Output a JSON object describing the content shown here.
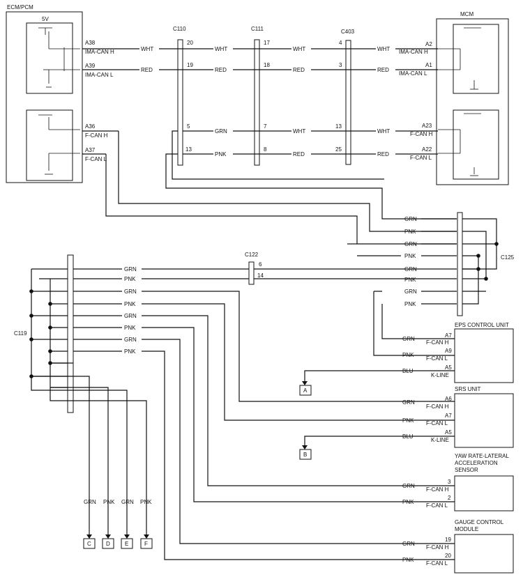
{
  "components": {
    "ecm": {
      "title": "ECM/PCM",
      "supply": "5V",
      "pins": [
        {
          "pin": "A38",
          "signal": "IMA-CAN H"
        },
        {
          "pin": "A39",
          "signal": "IMA-CAN L"
        },
        {
          "pin": "A36",
          "signal": "F-CAN H"
        },
        {
          "pin": "A37",
          "signal": "F-CAN L"
        }
      ]
    },
    "mcm": {
      "title": "MCM",
      "pins": [
        {
          "pin": "A2",
          "signal": "IMA-CAN H"
        },
        {
          "pin": "A1",
          "signal": "IMA-CAN L"
        },
        {
          "pin": "A23",
          "signal": "F-CAN H"
        },
        {
          "pin": "A22",
          "signal": "F-CAN L"
        }
      ]
    },
    "eps": {
      "title": "EPS CONTROL UNIT",
      "pins": [
        {
          "pin": "A7",
          "signal": "F-CAN H",
          "color": "GRN"
        },
        {
          "pin": "A9",
          "signal": "F-CAN L",
          "color": "PNK"
        },
        {
          "pin": "A5",
          "signal": "K-LINE",
          "color": "BLU"
        }
      ]
    },
    "srs": {
      "title": "SRS UNIT",
      "pins": [
        {
          "pin": "A6",
          "signal": "F-CAN H",
          "color": "GRN"
        },
        {
          "pin": "A7",
          "signal": "F-CAN L",
          "color": "PNK"
        },
        {
          "pin": "A5",
          "signal": "K-LINE",
          "color": "BLU"
        }
      ]
    },
    "yaw": {
      "title_lines": [
        "YAW RATE-LATERAL",
        "ACCELERATION",
        "SENSOR"
      ],
      "pins": [
        {
          "pin": "3",
          "signal": "F-CAN H",
          "color": "GRN"
        },
        {
          "pin": "2",
          "signal": "F-CAN L",
          "color": "PNK"
        }
      ]
    },
    "gauge": {
      "title_lines": [
        "GAUGE CONTROL",
        "MODULE"
      ],
      "pins": [
        {
          "pin": "19",
          "signal": "F-CAN H",
          "color": "GRN"
        },
        {
          "pin": "20",
          "signal": "F-CAN L",
          "color": "PNK"
        }
      ]
    }
  },
  "connectors": {
    "c110": {
      "name": "C110",
      "pins": [
        "20",
        "19",
        "5",
        "13"
      ]
    },
    "c111": {
      "name": "C111",
      "pins": [
        "17",
        "18",
        "7",
        "8"
      ]
    },
    "c403": {
      "name": "C403",
      "pins": [
        "4",
        "3",
        "13",
        "25"
      ]
    },
    "c122": {
      "name": "C122",
      "pins": [
        "6",
        "14"
      ]
    },
    "c125": {
      "name": "C125"
    },
    "c119": {
      "name": "C119"
    }
  },
  "wires": {
    "top_row1": [
      "WHT",
      "WHT",
      "WHT",
      "WHT"
    ],
    "top_row2": [
      "RED",
      "RED",
      "RED",
      "RED"
    ],
    "top_row3": [
      "GRN",
      "WHT",
      "WHT"
    ],
    "top_row4": [
      "PNK",
      "RED",
      "RED"
    ],
    "c125_labels": [
      "GRN",
      "PNK",
      "GRN",
      "PNK",
      "GRN",
      "PNK",
      "GRN",
      "PNK"
    ],
    "c119_labels": [
      "GRN",
      "PNK",
      "GRN",
      "PNK",
      "GRN",
      "PNK",
      "GRN",
      "PNK"
    ],
    "branch_labels": [
      "GRN",
      "PNK",
      "GRN",
      "PNK"
    ]
  },
  "offpage": [
    "A",
    "B",
    "C",
    "D",
    "E",
    "F"
  ]
}
